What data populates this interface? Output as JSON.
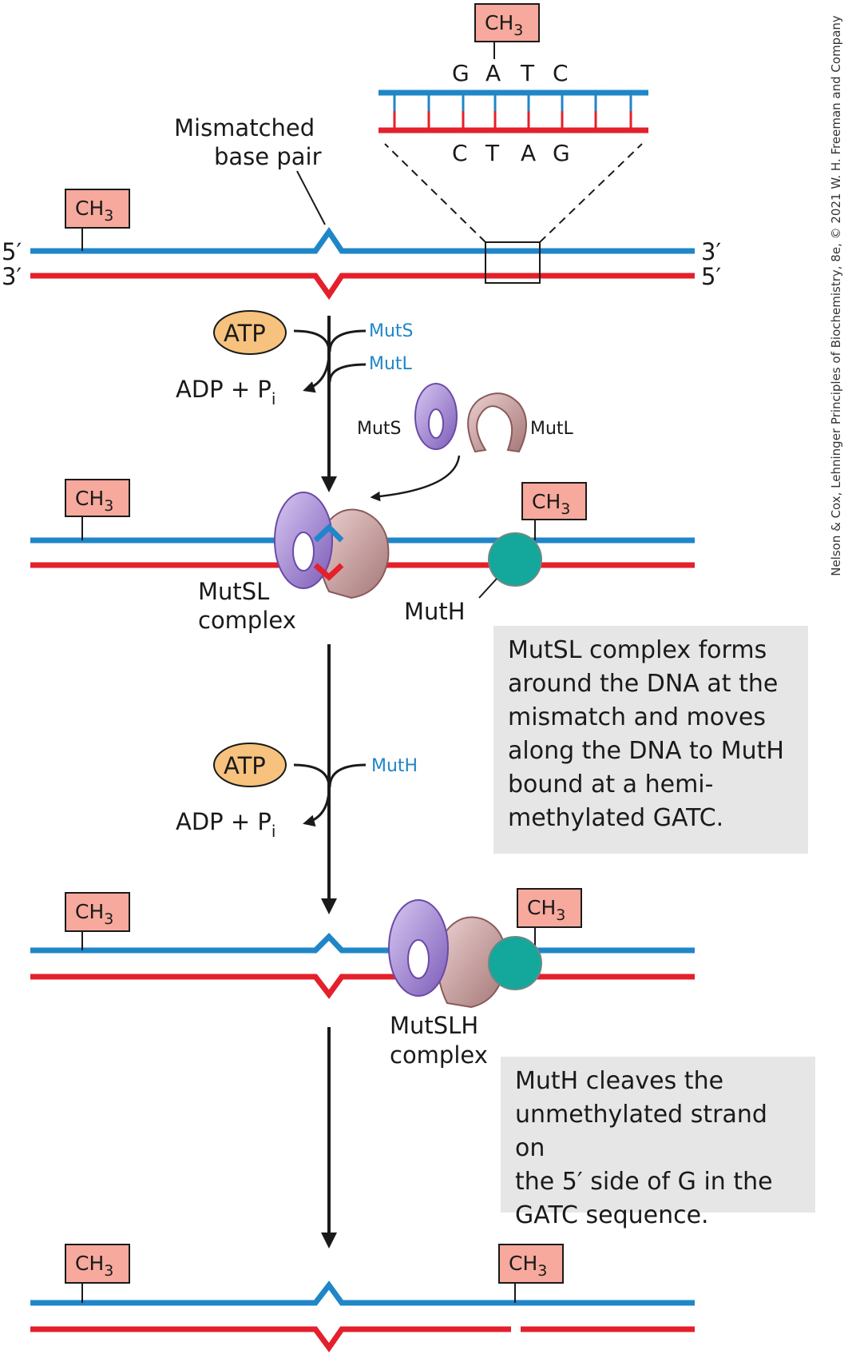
{
  "labels": {
    "ch3": "CH",
    "ch3_sub": "3",
    "five_prime": "5′",
    "three_prime": "3′",
    "top_bases": [
      "G",
      "A",
      "T",
      "C"
    ],
    "bottom_bases": [
      "C",
      "T",
      "A",
      "G"
    ],
    "mismatched_line1": "Mismatched",
    "mismatched_line2": "base pair",
    "atp": "ATP",
    "adp": "ADP + P",
    "adp_sub": "i",
    "muts": "MutS",
    "mutl": "MutL",
    "muth": "MutH",
    "mutsl_line1": "MutSL",
    "mutsl_line2": "complex",
    "mutslh_line1": "MutSLH",
    "mutslh_line2": "complex"
  },
  "notes": {
    "step1": [
      "MutSL complex forms",
      "around the DNA at the",
      "mismatch and moves",
      "along the DNA to MutH",
      "bound at a hemi-",
      "methylated GATC."
    ],
    "step2": [
      "MutH cleaves the",
      "unmethylated strand on",
      "the 5′ side of G in the",
      "GATC sequence."
    ]
  },
  "credit": "Nelson & Cox, Lehninger Principles of Biochemistry, 8e, © 2021 W. H. Freeman and Company",
  "colors": {
    "top_strand": "#1f86c8",
    "bottom_strand": "#e3202b",
    "ch3_box_fill": "#f6a99c",
    "atp_fill": "#f7c27e",
    "muts_fill": "#9b7fcf",
    "mutl_fill": "#c99a9a",
    "muth_fill": "#14a89c",
    "note_fill": "#e6e6e6"
  }
}
